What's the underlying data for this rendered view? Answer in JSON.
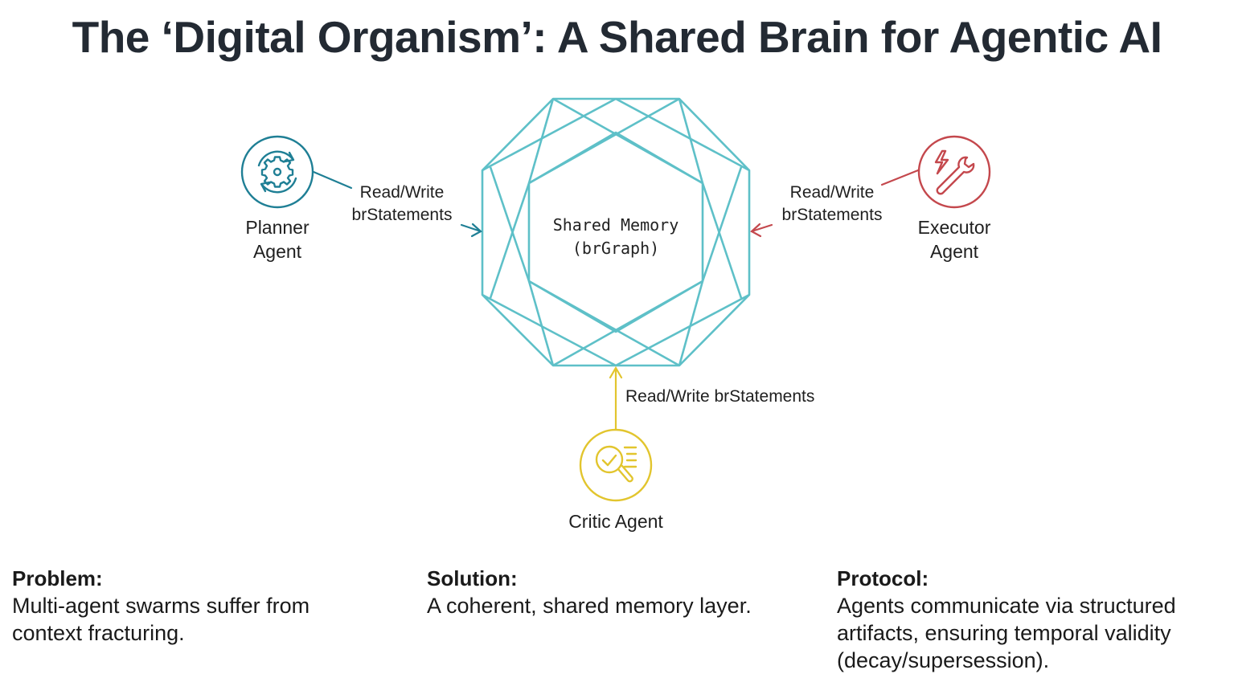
{
  "title": "The ‘Digital Organism’: A Shared Brain for Agentic AI",
  "shared_memory": {
    "line1": "Shared Memory",
    "line2": "(brGraph)",
    "color": "#5ec0c8"
  },
  "agents": [
    {
      "id": "planner",
      "name_line1": "Planner",
      "name_line2": "Agent",
      "icon": "gear-cycle-icon",
      "color": "#1f7f95",
      "edge_label_line1": "Read/Write",
      "edge_label_line2": "brStatements"
    },
    {
      "id": "executor",
      "name_line1": "Executor",
      "name_line2": "Agent",
      "icon": "wrench-lightning-icon",
      "color": "#c4484d",
      "edge_label_line1": "Read/Write",
      "edge_label_line2": "brStatements"
    },
    {
      "id": "critic",
      "name_line1": "Critic Agent",
      "name_line2": "",
      "icon": "magnifier-check-icon",
      "color": "#e2c52e",
      "edge_label_line1": "Read/Write brStatements",
      "edge_label_line2": ""
    }
  ],
  "columns": [
    {
      "heading": "Problem:",
      "lines": [
        "Multi-agent swarms suffer from",
        "context fracturing."
      ]
    },
    {
      "heading": "Solution:",
      "lines": [
        "A coherent, shared memory layer."
      ]
    },
    {
      "heading": "Protocol:",
      "lines": [
        "Agents communicate via structured",
        "artifacts, ensuring temporal validity",
        "(decay/supersession)."
      ]
    }
  ]
}
